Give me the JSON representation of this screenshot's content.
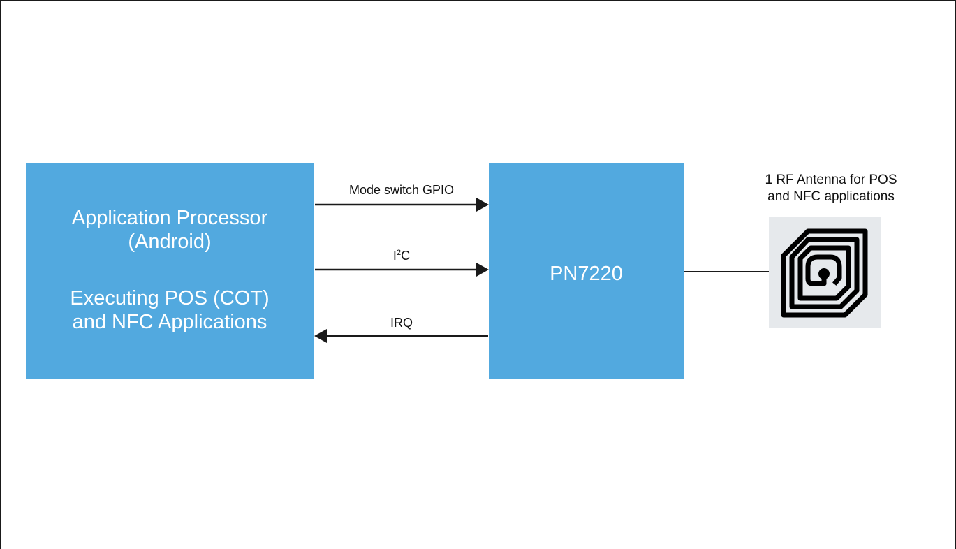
{
  "blocks": {
    "application_processor": {
      "title": "Application Processor",
      "subtitle": "(Android)",
      "exec_line1": "Executing POS (COT)",
      "exec_line2": "and NFC Applications"
    },
    "pn7220": {
      "title": "PN7220"
    }
  },
  "links": {
    "gpio": "Mode switch GPIO",
    "i2c_prefix": "I",
    "i2c_sup": "2",
    "i2c_suffix": "C",
    "irq": "IRQ"
  },
  "antenna": {
    "caption_line1": "1 RF Antenna for POS",
    "caption_line2": "and NFC applications",
    "icon": "nfc-antenna-icon"
  },
  "colors": {
    "block_fill": "#52a9df",
    "block_text": "#ffffff",
    "line": "#1a1a1a",
    "antenna_bg": "#e6e9ec"
  }
}
